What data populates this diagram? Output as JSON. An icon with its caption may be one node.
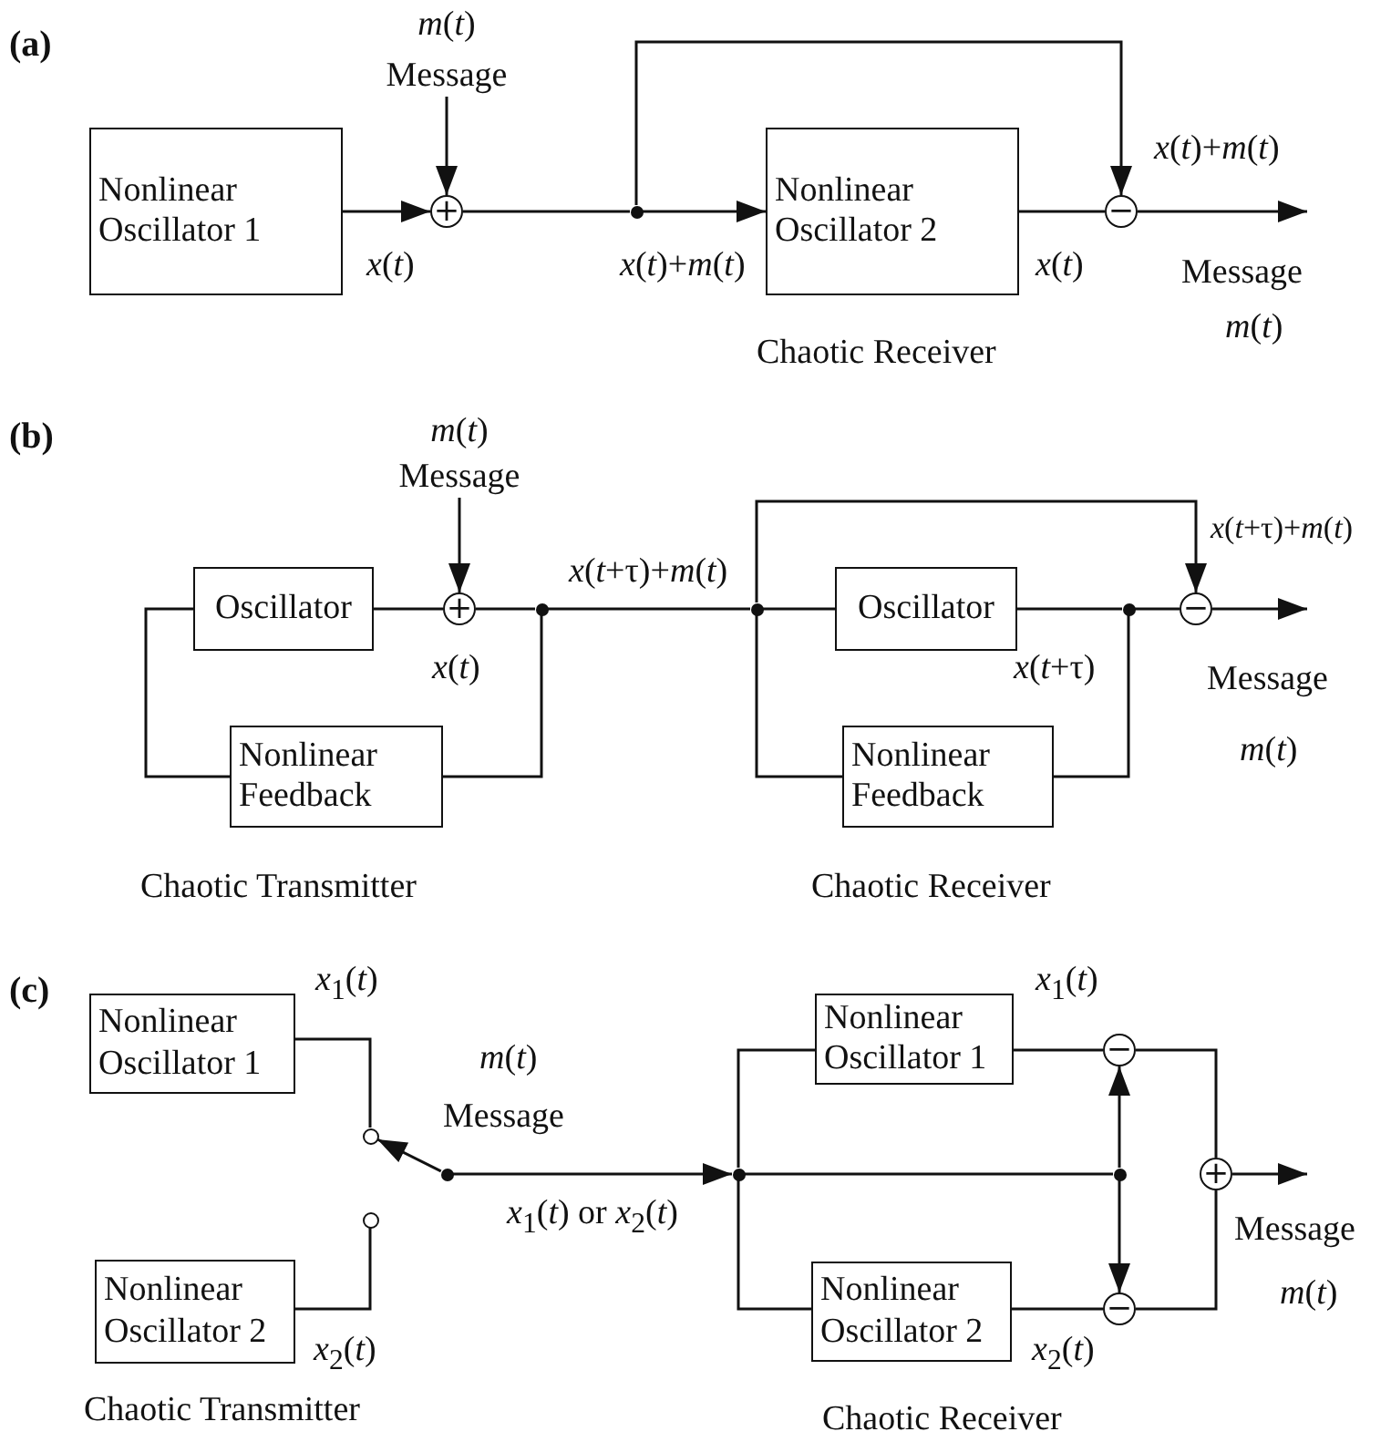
{
  "diagram": {
    "nodes": [
      {
        "text": [
          "*m*(*t*)",
          "Message"
        ]
      },
      {
        "text": [
          "Nonlinear Oscillator 1"
        ]
      },
      {
        "text": [
          "+"
        ]
      },
      {
        "text": [],
        "shape": "circle"
      },
      {
        "text": [
          "Nonlinear Oscillator 2"
        ]
      },
      {
        "text": [
          "−"
        ]
      },
      {
        "text": [
          "*m*(*t*)",
          "Message"
        ]
      },
      {
        "text": [
          "Oscillator"
        ]
      },
      {
        "text": [
          "+"
        ]
      },
      {
        "text": [],
        "shape": "circle"
      },
      {
        "text": [
          "Nonlinear Feedback"
        ]
      },
      {
        "text": [],
        "shape": "circle"
      },
      {
        "text": [
          "Oscillator"
        ]
      },
      {
        "text": [],
        "shape": "circle"
      },
      {
        "text": [
          "−"
        ]
      },
      {
        "text": [
          "Nonlinear Feedback"
        ]
      },
      {
        "text": [
          "Nonlinear Oscillator 1"
        ]
      },
      {
        "text": [
          "Nonlinear Oscillator 2"
        ]
      },
      {
        "text": [],
        "shape": "circle"
      },
      {
        "text": [],
        "shape": "circle"
      },
      {
        "text": [],
        "shape": "circle"
      },
      {
        "text": [],
        "shape": "circle"
      },
      {
        "text": [
          "Nonlinear Oscillator 1"
        ]
      },
      {
        "text": [
          "−"
        ]
      },
      {
        "text": [],
        "shape": "circle"
      },
      {
        "text": [
          "Nonlinear Oscillator 2"
        ]
      },
      {
        "text": [
          "−"
        ]
      },
      {
        "text": [
          "+"
        ]
      }
    ],
    "edges": [
      {
        "from": 0,
        "to": 2,
        "arrow": "to"
      },
      {
        "from": 1,
        "to": 2,
        "arrow": "to"
      },
      {
        "from": 2,
        "to": 3,
        "arrow": "none"
      },
      {
        "from": 3,
        "to": 4,
        "arrow": "to"
      },
      {
        "from": 3,
        "to": 5,
        "arrow": "to"
      },
      {
        "from": 4,
        "to": 5,
        "arrow": "none"
      },
      {
        "from": 5,
        "to": null,
        "arrow": "to"
      },
      {
        "from": 6,
        "to": 8,
        "arrow": "to"
      },
      {
        "from": 7,
        "to": 8,
        "arrow": "none"
      },
      {
        "from": 8,
        "to": 9,
        "arrow": "none"
      },
      {
        "from": 9,
        "to": 10,
        "arrow": "none"
      },
      {
        "from": 10,
        "to": 7,
        "arrow": "none"
      },
      {
        "from": 9,
        "to": 11,
        "arrow": "none"
      },
      {
        "from": 11,
        "to": 12,
        "arrow": "none"
      },
      {
        "from": 12,
        "to": 13,
        "arrow": "none"
      },
      {
        "from": 13,
        "to": 14,
        "arrow": "none"
      },
      {
        "from": 11,
        "to": 15,
        "arrow": "none"
      },
      {
        "from": 15,
        "to": 13,
        "arrow": "none"
      },
      {
        "from": 11,
        "to": 14,
        "arrow": "to"
      },
      {
        "from": 14,
        "to": null,
        "arrow": "to"
      },
      {
        "from": 16,
        "to": 18,
        "arrow": "none"
      },
      {
        "from": 17,
        "to": 19,
        "arrow": "none"
      },
      {
        "from": 20,
        "to": 18,
        "arrow": "to"
      },
      {
        "from": 20,
        "to": 21,
        "arrow": "to"
      },
      {
        "from": 21,
        "to": 22,
        "arrow": "none"
      },
      {
        "from": 21,
        "to": 25,
        "arrow": "none"
      },
      {
        "from": 21,
        "to": 24,
        "arrow": "none"
      },
      {
        "from": 22,
        "to": 23,
        "arrow": "none"
      },
      {
        "from": 25,
        "to": 26,
        "arrow": "none"
      },
      {
        "from": 24,
        "to": 23,
        "arrow": "to"
      },
      {
        "from": 24,
        "to": 26,
        "arrow": "to"
      },
      {
        "from": 23,
        "to": 27,
        "arrow": "none"
      },
      {
        "from": 26,
        "to": 27,
        "arrow": "none"
      },
      {
        "from": 27,
        "to": null,
        "arrow": "to"
      }
    ],
    "labels": [
      "(a)",
      "*x*(*t*)+*m*(*t*)",
      "*x*(*t*)",
      "*x*(*t*)+*m*(*t*)",
      "*x*(*t*)",
      "Message",
      "*m*(*t*)",
      "Chaotic Receiver",
      "(b)",
      "*x*(*t*+τ)+*m*(*t*)",
      "*x*(*t*+τ)+*m*(*t*)",
      "*x*(*t*)",
      "*x*(*t*+τ)",
      "Message",
      "*m*(*t*)",
      "Chaotic Transmitter",
      "Chaotic Receiver",
      "(c)",
      "*x*$_{1}$(*t*)",
      "*x*$_{1}$(*t*)",
      "*m*(*t*)",
      "Message",
      "*x*$_{1}$(*t*) or *x*$_{2}$(*t*)",
      "Message",
      "*m*(*t*)",
      "*x*$_{2}$(*t*)",
      "*x*$_{2}$(*t*)",
      "Chaotic Transmitter",
      "Chaotic Receiver"
    ]
  }
}
